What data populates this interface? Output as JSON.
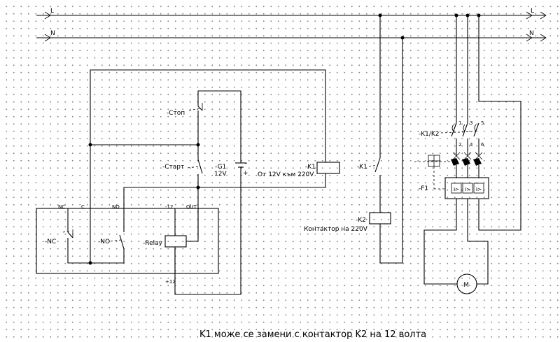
{
  "bus": {
    "line_label": "L",
    "neutral_label": "N"
  },
  "labels": {
    "stop": "-Стоп",
    "start": "-Старт",
    "g1": "-G1",
    "g1_voltage": "12V",
    "plus": "+",
    "minus": "-",
    "k1_coil": "-K1",
    "k1_note": "От 12V към 220V",
    "k1_contact": "-K1",
    "k2_coil": "-K2",
    "k2_note": "Контактор на 220V",
    "k1k2": "-K1/K2",
    "f1": "-F1",
    "motor": "M",
    "relay": "-Relay",
    "nc_switch": "-NC",
    "no_switch": "-NO",
    "term_nc": "NC",
    "term_c": "C",
    "term_no": "NO",
    "term_minus12": "-12",
    "term_out": "OUT",
    "term_plus12": "+12",
    "pole1": "1",
    "pole2": "2",
    "pole3": "3",
    "pole4": "4",
    "pole5": "5",
    "pole6": "6",
    "ov1": "I>",
    "ov2": "I>",
    "ov3": "I>"
  },
  "caption": "K1 може се замени с контактор K2 на 12 волта"
}
